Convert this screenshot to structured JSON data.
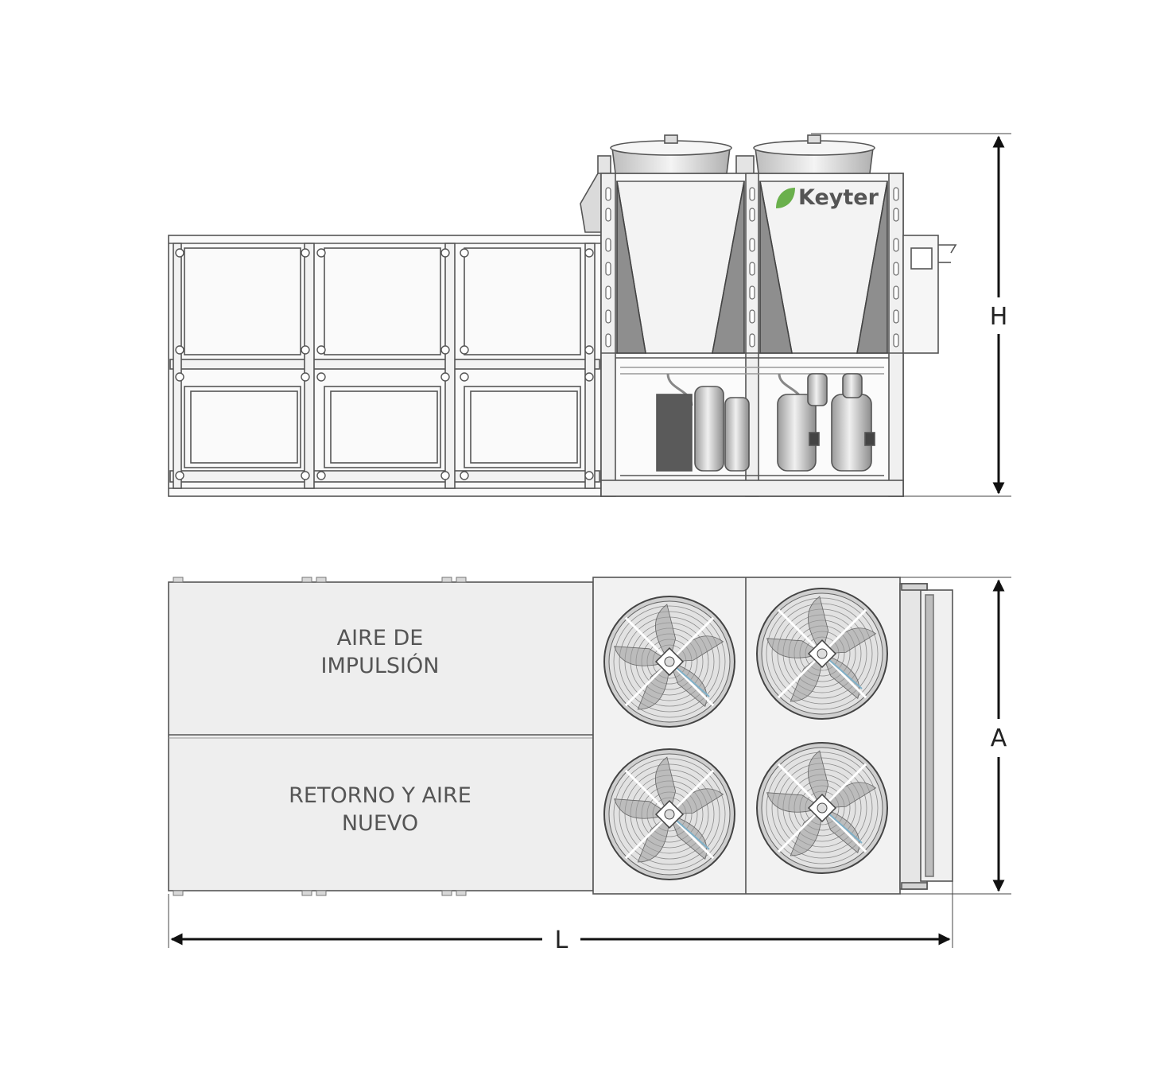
{
  "brand": {
    "logo_text": "Keyter",
    "leaf_color": "#6ab04c"
  },
  "side_view": {
    "dimension_label": "H"
  },
  "top_view": {
    "zone_supply": {
      "line1": "AIRE DE",
      "line2": "IMPULSIÓN"
    },
    "zone_return": {
      "line1": "RETORNO Y AIRE",
      "line2": "NUEVO"
    },
    "width_label": "A",
    "length_label": "L",
    "fan_icon": "axial-fan-icon"
  },
  "colors": {
    "line": "#555555",
    "panel_fill": "#ededed",
    "dim_line": "#111111"
  }
}
